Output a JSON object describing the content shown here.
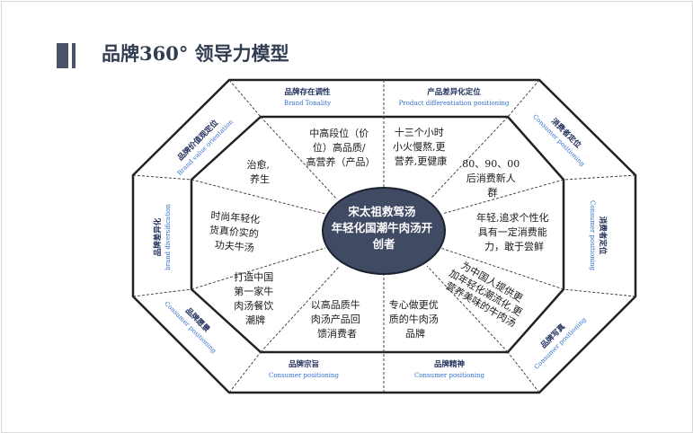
{
  "title": "品牌360° 领导力模型",
  "center": {
    "lines": [
      "宋太祖救驾汤",
      "年轻化国潮牛肉汤开",
      "创者"
    ]
  },
  "outer_labels": [
    {
      "zh": "品牌存在调性",
      "en": "Brand Tonality"
    },
    {
      "zh": "产品差异化定位",
      "en": "Product differentiation positioning"
    },
    {
      "zh": "消费者定位",
      "en": "Consumer positioning"
    },
    {
      "zh": "消费者定位",
      "en": "Consumer positioning"
    },
    {
      "zh": "品牌写真",
      "en": "Consumer positioning"
    },
    {
      "zh": "品牌精神",
      "en": "Consumer positioning"
    },
    {
      "zh": "品牌宗旨",
      "en": "Consumer positioning"
    },
    {
      "zh": "品牌愿景",
      "en": "Consumer positioning"
    },
    {
      "zh": "品牌差异化",
      "en": "brand diversification"
    },
    {
      "zh": "品牌价值观定位",
      "en": "Brand value orientation"
    }
  ],
  "inner_texts": [
    {
      "name": "tonality",
      "lines": [
        "中高段位（价",
        "位）高品质/",
        "高营养（产品）"
      ]
    },
    {
      "name": "differentiation",
      "lines": [
        "十三个小时",
        "小火慢熬,更",
        "营养,更健康"
      ]
    },
    {
      "name": "consumer-age",
      "lines": [
        "80、90、00",
        "后消费新人",
        "群"
      ]
    },
    {
      "name": "consumer-traits",
      "lines": [
        "年轻,追求个性化",
        "具有一定消费能",
        "力，敢于尝鲜"
      ]
    },
    {
      "name": "portrait",
      "lines": [
        "为中国人提供更",
        "加年轻化潮流化,更",
        "营养美味的牛肉汤"
      ]
    },
    {
      "name": "spirit",
      "lines": [
        "专心做更优",
        "质的牛肉汤",
        "品牌"
      ]
    },
    {
      "name": "purpose",
      "lines": [
        "以高品质牛",
        "肉汤产品回",
        "馈消费者"
      ]
    },
    {
      "name": "vision",
      "lines": [
        "打造中国",
        "第一家牛",
        "肉汤餐饮",
        "潮牌"
      ]
    },
    {
      "name": "diversification",
      "lines": [
        "时尚年轻化",
        "货真价实的",
        "功夫牛汤"
      ]
    },
    {
      "name": "values",
      "lines": [
        "治愈,",
        "养生"
      ]
    }
  ]
}
